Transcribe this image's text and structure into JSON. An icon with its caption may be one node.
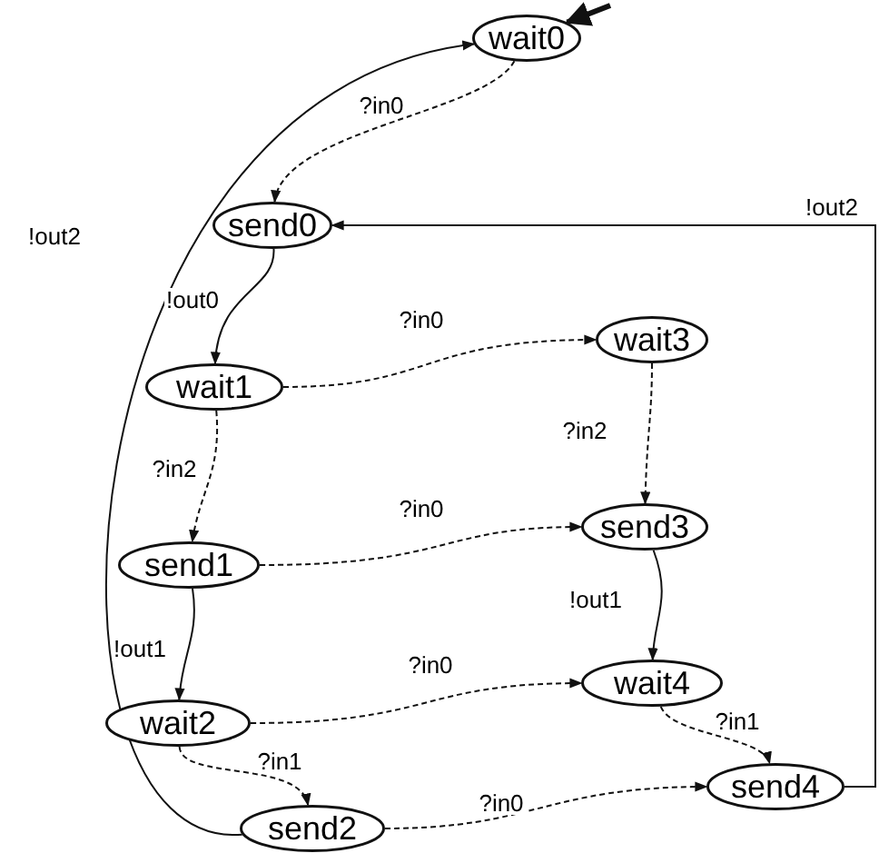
{
  "diagram": {
    "nodes": [
      {
        "text": [
          "wait0"
        ]
      },
      {
        "text": [
          "send0"
        ]
      },
      {
        "text": [
          "wait1"
        ]
      },
      {
        "text": [
          "wait3"
        ]
      },
      {
        "text": [
          "send1"
        ]
      },
      {
        "text": [
          "send3"
        ]
      },
      {
        "text": [
          "wait2"
        ]
      },
      {
        "text": [
          "wait4"
        ]
      },
      {
        "text": [
          "send2"
        ]
      },
      {
        "text": [
          "send4"
        ]
      }
    ],
    "edges": [
      {
        "from": null,
        "to": 0,
        "arrow": "to",
        "style": "thick"
      },
      {
        "from": 0,
        "to": 1,
        "arrow": "to",
        "label": "?in0",
        "style": "dashed"
      },
      {
        "from": 9,
        "to": 1,
        "arrow": "to",
        "label": "!out2"
      },
      {
        "from": 1,
        "to": 2,
        "arrow": "to",
        "label": "!out0"
      },
      {
        "from": 2,
        "to": 3,
        "arrow": "to",
        "label": "?in0",
        "style": "dashed"
      },
      {
        "from": 2,
        "to": 4,
        "arrow": "to",
        "label": "?in2",
        "style": "dashed"
      },
      {
        "from": 3,
        "to": 5,
        "arrow": "to",
        "label": "?in2",
        "style": "dashed"
      },
      {
        "from": 4,
        "to": 5,
        "arrow": "to",
        "label": "?in0",
        "style": "dashed"
      },
      {
        "from": 4,
        "to": 6,
        "arrow": "to",
        "label": "!out1"
      },
      {
        "from": 5,
        "to": 7,
        "arrow": "to",
        "label": "!out1"
      },
      {
        "from": 6,
        "to": 7,
        "arrow": "to",
        "label": "?in0",
        "style": "dashed"
      },
      {
        "from": 6,
        "to": 8,
        "arrow": "to",
        "label": "?in1",
        "style": "dashed"
      },
      {
        "from": 7,
        "to": 9,
        "arrow": "to",
        "label": "?in1",
        "style": "dashed"
      },
      {
        "from": 8,
        "to": 9,
        "arrow": "to",
        "label": "?in0",
        "style": "dashed"
      },
      {
        "from": 8,
        "to": 0,
        "arrow": "to",
        "label": "!out2"
      }
    ]
  }
}
